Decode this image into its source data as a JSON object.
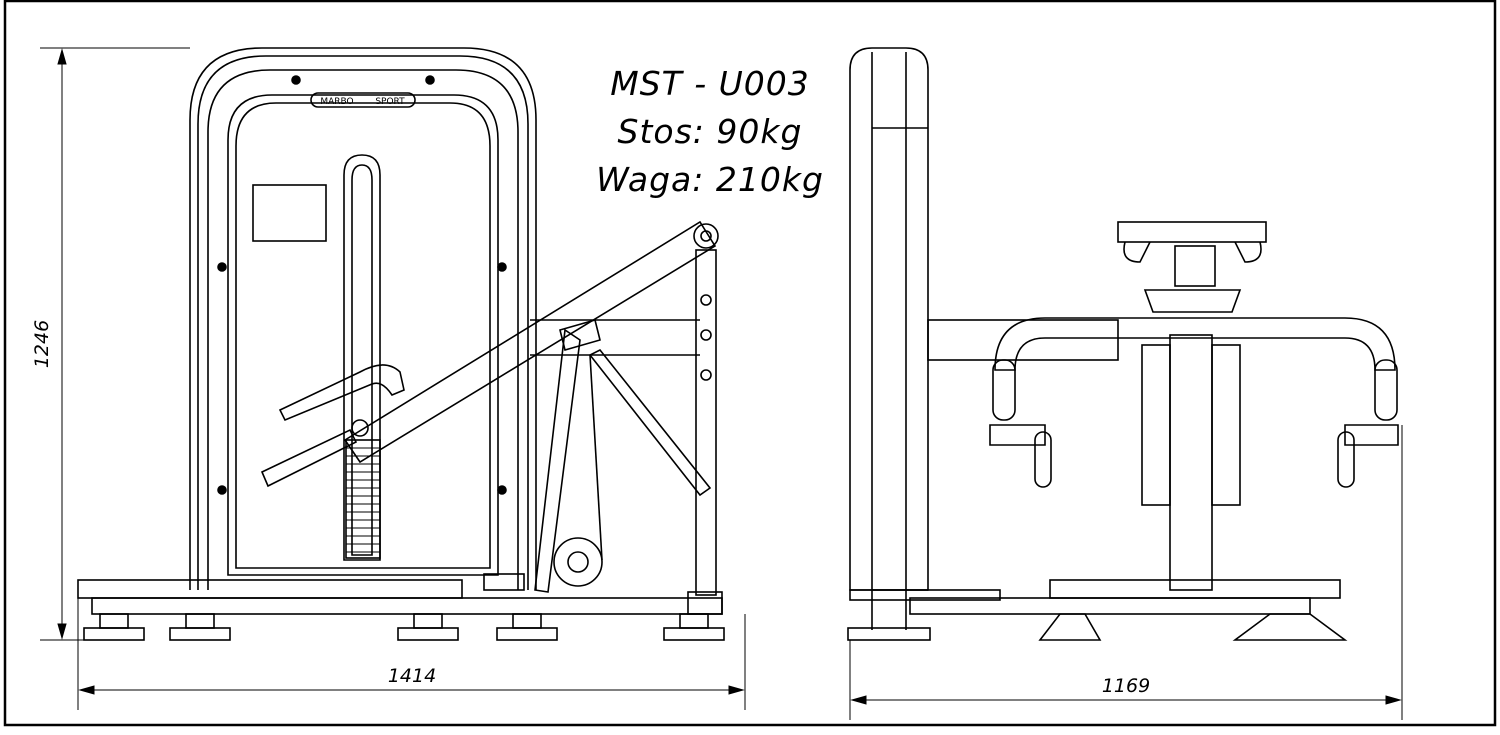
{
  "model": "MST - U003",
  "stack": "Stos: 90kg",
  "weight": "Waga: 210kg",
  "brand_left": "MARBO",
  "brand_right": "SPORT",
  "dimensions": {
    "height": "1246",
    "width": "1414",
    "depth": "1169"
  }
}
